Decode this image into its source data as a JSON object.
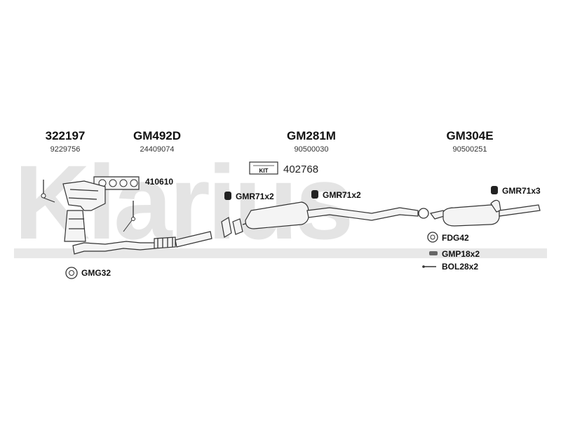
{
  "watermark": {
    "text": "Klarius",
    "color": "#e4e4e4"
  },
  "columns": [
    {
      "part": "322197",
      "oe": "9229756"
    },
    {
      "part": "GM492D",
      "oe": "24409074"
    },
    {
      "part": "GM281M",
      "oe": "90500030"
    },
    {
      "part": "GM304E",
      "oe": "90500251"
    }
  ],
  "kit": {
    "badge": "KIT",
    "number": "402768"
  },
  "labels": {
    "gasket": "410610",
    "gmg": "GMG32",
    "mount1": "GMR71x2",
    "mount2": "GMR71x2",
    "mount3": "GMR71x3",
    "fdg": "FDG42",
    "gmp": "GMP18x2",
    "bol": "BOL28x2"
  },
  "icons": {
    "mount": "rubber-mount-icon",
    "gasket": "manifold-gasket-icon",
    "ring": "flange-gasket-icon",
    "clamp": "clamp-icon",
    "bolt": "bolt-icon",
    "kit": "fitting-kit-icon"
  }
}
